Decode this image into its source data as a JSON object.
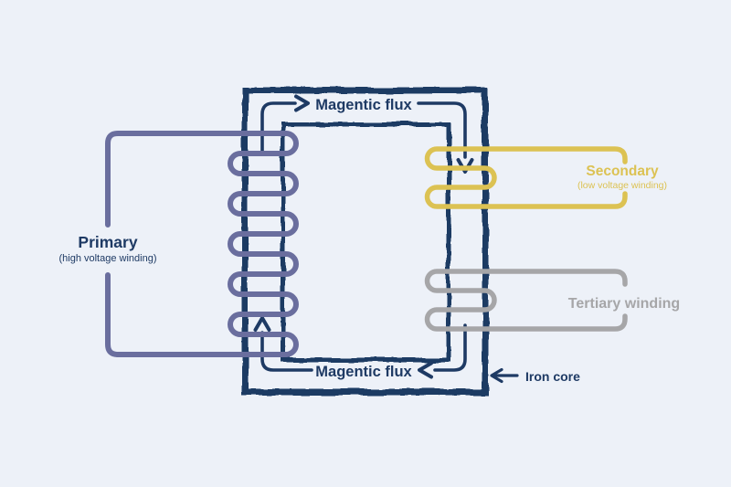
{
  "colors": {
    "background": "#edf1f8",
    "core": "#1e3a64",
    "flux": "#1e3a64",
    "primary_winding": "#6a6e9e",
    "secondary_winding": "#dcc253",
    "tertiary_winding": "#a6a6a8"
  },
  "labels": {
    "flux_top": "Magentic flux",
    "flux_bottom": "Magentic flux",
    "iron_core": "Iron core",
    "primary_title": "Primary",
    "primary_subtitle": "(high voltage winding)",
    "secondary_title": "Secondary",
    "secondary_subtitle": "(low voltage winding)",
    "tertiary_title": "Tertiary winding"
  }
}
